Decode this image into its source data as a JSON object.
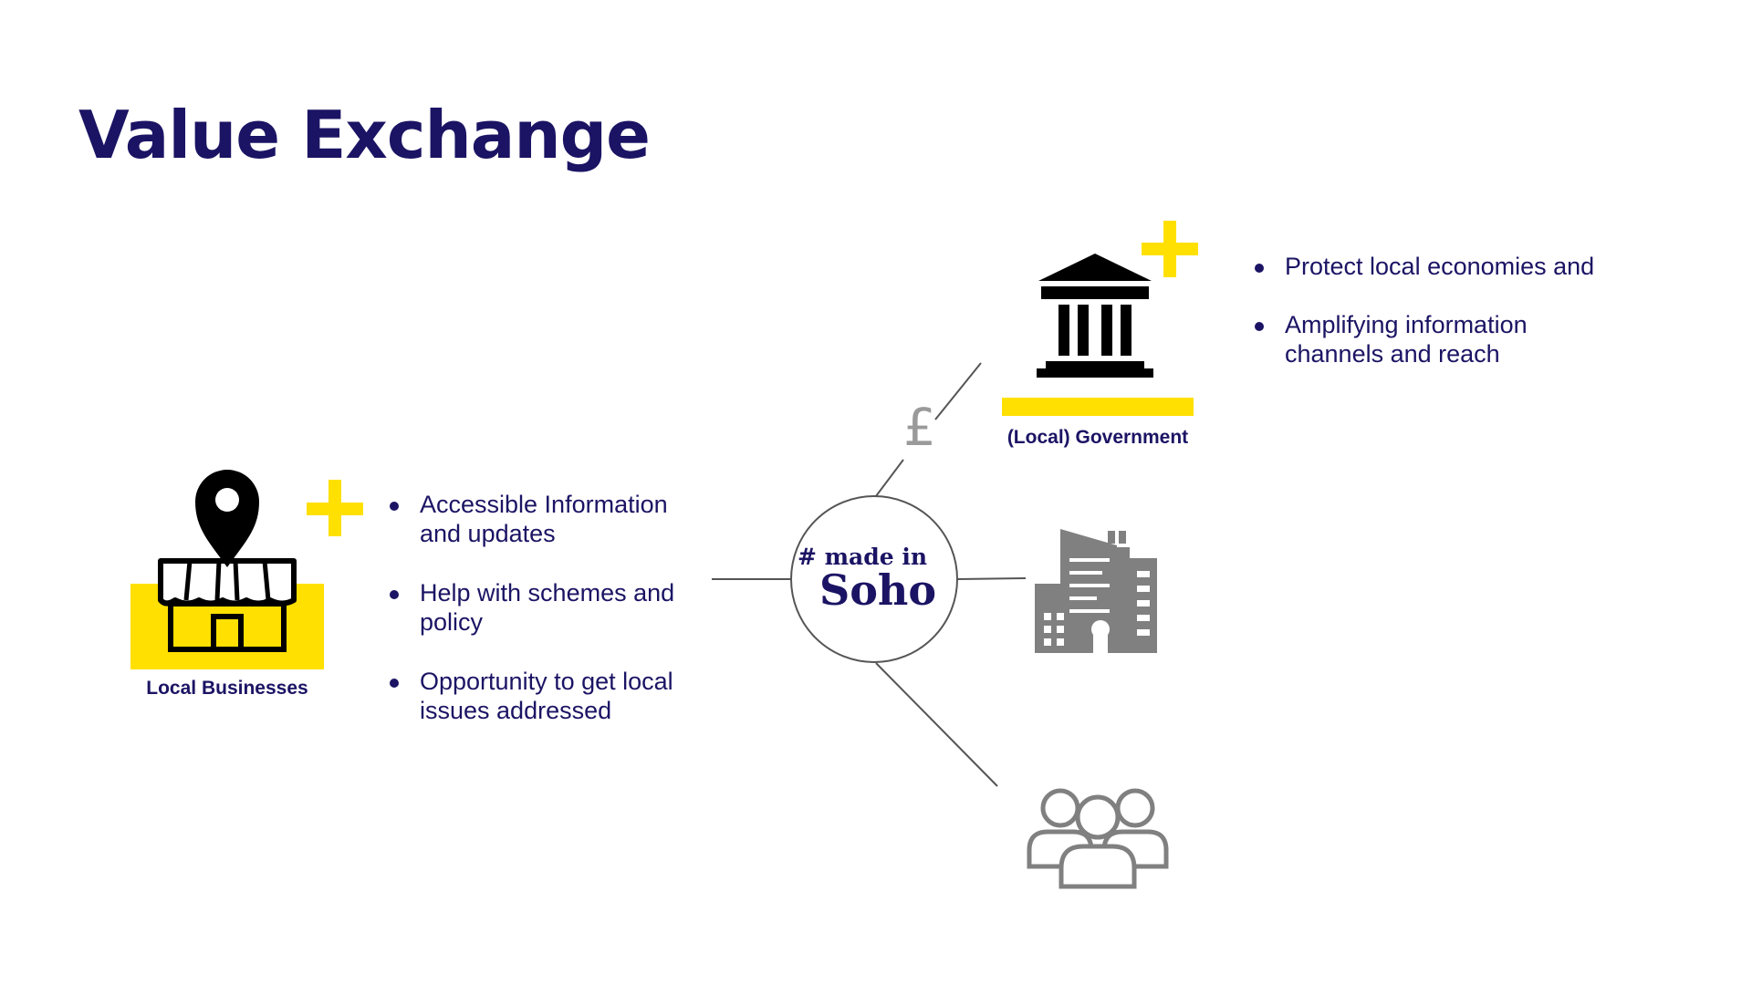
{
  "title": "Value Exchange",
  "hub": {
    "line1": "# made in",
    "line2": "Soho"
  },
  "currency_symbol": "£",
  "nodes": {
    "local_businesses": {
      "label": "Local Businesses",
      "icon": "shop-with-location-pin-icon",
      "bullets": [
        {
          "line1": "Accessible Information",
          "line2": "and updates"
        },
        {
          "line1": "Help with schemes and",
          "line2": "policy"
        },
        {
          "line1": "Opportunity to get local",
          "line2": "issues addressed"
        }
      ]
    },
    "government": {
      "label": "(Local) Government",
      "icon": "government-building-icon",
      "bullets": [
        {
          "line1": "Protect local economies and",
          "line2": ""
        },
        {
          "line1": "Amplifying information",
          "line2": "channels and reach"
        }
      ]
    },
    "corporate": {
      "icon": "office-buildings-icon"
    },
    "community": {
      "icon": "people-group-icon"
    }
  },
  "colors": {
    "navy": "#1b1464",
    "yellow": "#ffe000",
    "grey_icon": "#808080",
    "line": "#555555"
  }
}
